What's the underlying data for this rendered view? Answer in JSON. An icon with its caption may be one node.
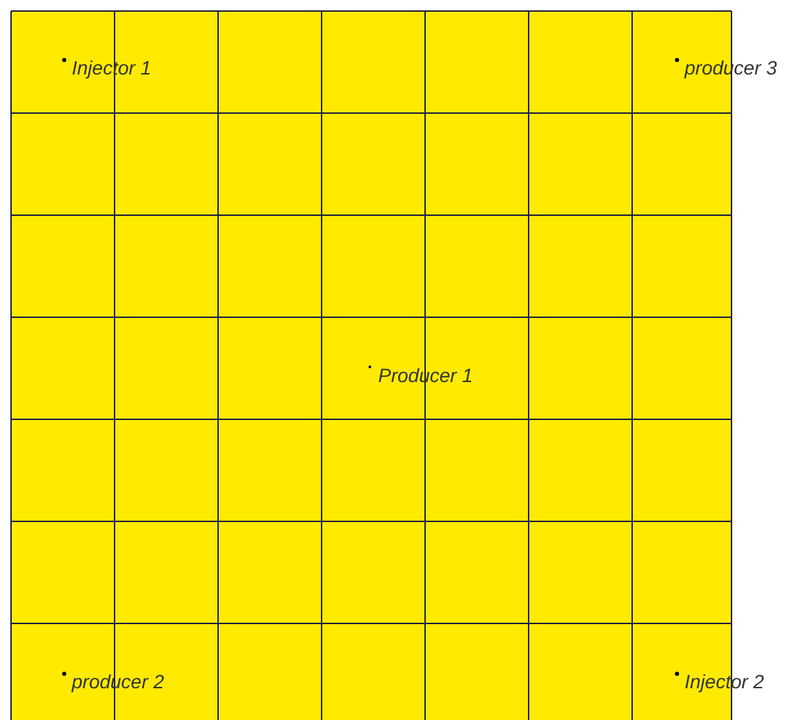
{
  "diagram": {
    "labels": [
      "Injector 1",
      "producer 3",
      "Producer 1",
      "producer 2",
      "Injector 2"
    ]
  }
}
